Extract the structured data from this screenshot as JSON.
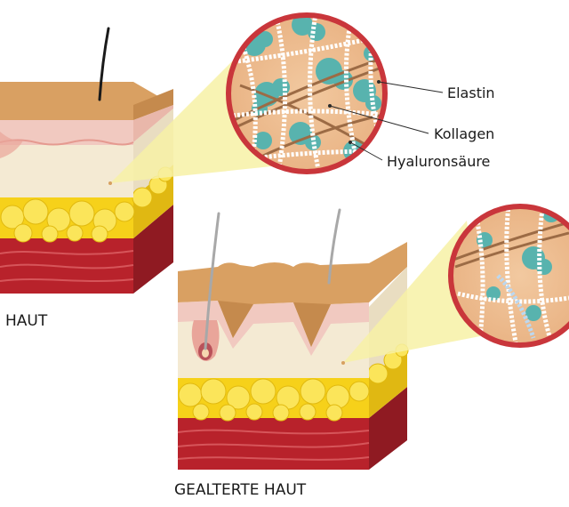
{
  "labels": {
    "elastin": "Elastin",
    "kollagen": "Kollagen",
    "hyaluronsaeure": "Hyaluronsäure",
    "young_skin": "HAUT",
    "aged_skin": "GEALTERTE HAUT"
  },
  "colors": {
    "epidermis": "#d9a062",
    "dermis_pink": "#f1c9c0",
    "dermis": "#f4ead3",
    "fat": "#f6d11a",
    "muscle": "#b8222b",
    "hyaluron": "#58b3ae",
    "fiber": "#9c6b45",
    "zoom_cone": "#f7f1a6",
    "zoom_ring": "#c9363b"
  }
}
